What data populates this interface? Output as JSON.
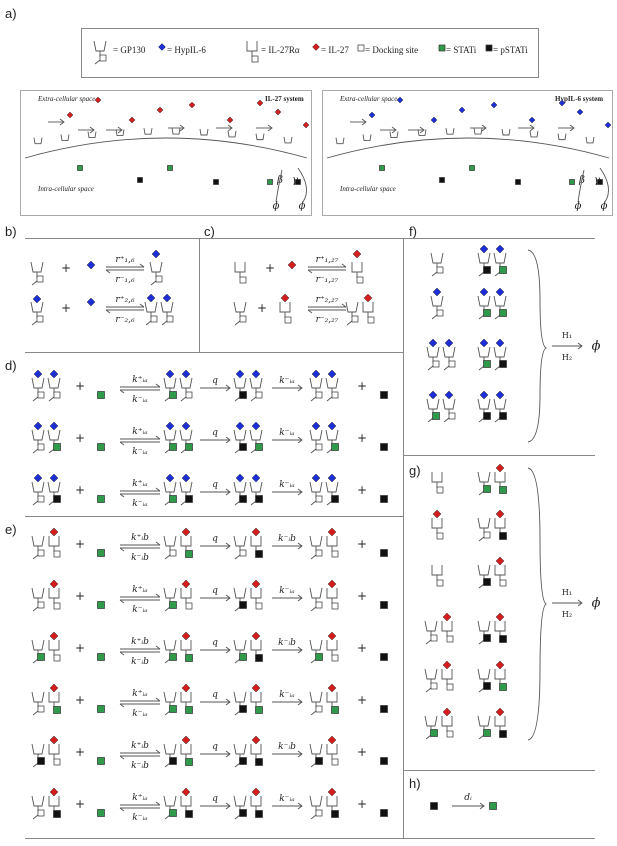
{
  "labels": {
    "a": "a)",
    "b": "b)",
    "c": "c)",
    "d": "d)",
    "e": "e)",
    "f": "f)",
    "g": "g)",
    "h": "h)"
  },
  "legend": {
    "gp130": "= GP130",
    "hypil6": "= HypIL-6",
    "il27ra": "= IL-27Rα",
    "il27": "= IL-27",
    "dock": "= Docking site",
    "stat": "= STATi",
    "pstat": "= pSTATi"
  },
  "il27_panel": {
    "extra": "Extra-cellular space",
    "intra": "Intra-cellular space",
    "title": "IL-27 system"
  },
  "hyp_panel": {
    "extra": "Extra-cellular space",
    "intra": "Intra-cellular space",
    "title": "HypIL-6 system"
  },
  "symbols": {
    "plus": "+",
    "beta": "β",
    "gamma": "γ",
    "phi": "ϕ",
    "q": "q",
    "H1": "H₁",
    "H2": "H₂",
    "di": "dᵢ"
  },
  "b_rates": [
    {
      "top": "r⁺₁,₆",
      "bottom": "r⁻₁,₆"
    },
    {
      "top": "r⁺₂,₆",
      "bottom": "r⁻₂,₆"
    }
  ],
  "c_rates": [
    {
      "top": "r⁺₁,₂₇",
      "bottom": "r⁻₁,₂₇"
    },
    {
      "top": "r⁺₂,₂₇",
      "bottom": "r⁻₂,₂₇"
    }
  ],
  "d_rates": [
    {
      "top": "k⁺ᵢₐ",
      "bottom": "k⁻ᵢₐ",
      "right": "k⁻ᵢₐ"
    },
    {
      "top": "k⁺ᵢₐ",
      "bottom": "k⁻ᵢₐ",
      "right": "k⁻ᵢₐ"
    },
    {
      "top": "k⁺ᵢₐ",
      "bottom": "k⁻ᵢₐ",
      "right": "k⁻ᵢₐ"
    }
  ],
  "e_rates": [
    {
      "top": "k⁺ᵢb",
      "bottom": "k⁻ᵢb",
      "right": "k⁻ᵢb"
    },
    {
      "top": "k⁺ᵢₐ",
      "bottom": "k⁻ᵢₐ",
      "right": "k⁻ᵢₐ"
    },
    {
      "top": "k⁺ᵢb",
      "bottom": "k⁻ᵢb",
      "right": "k⁻ᵢb"
    },
    {
      "top": "k⁺ᵢₐ",
      "bottom": "k⁻ᵢₐ",
      "right": "k⁻ᵢₐ"
    },
    {
      "top": "k⁺ᵢb",
      "bottom": "k⁻ᵢb",
      "right": "k⁻ᵢb"
    },
    {
      "top": "k⁺ᵢₐ",
      "bottom": "k⁻ᵢₐ",
      "right": "k⁻ᵢₐ"
    }
  ],
  "colors": {
    "hypil6": "#1c2fd6",
    "il27": "#d41d1d",
    "stat": "#2f9a4a",
    "pstat": "#111111",
    "line": "#555555"
  }
}
